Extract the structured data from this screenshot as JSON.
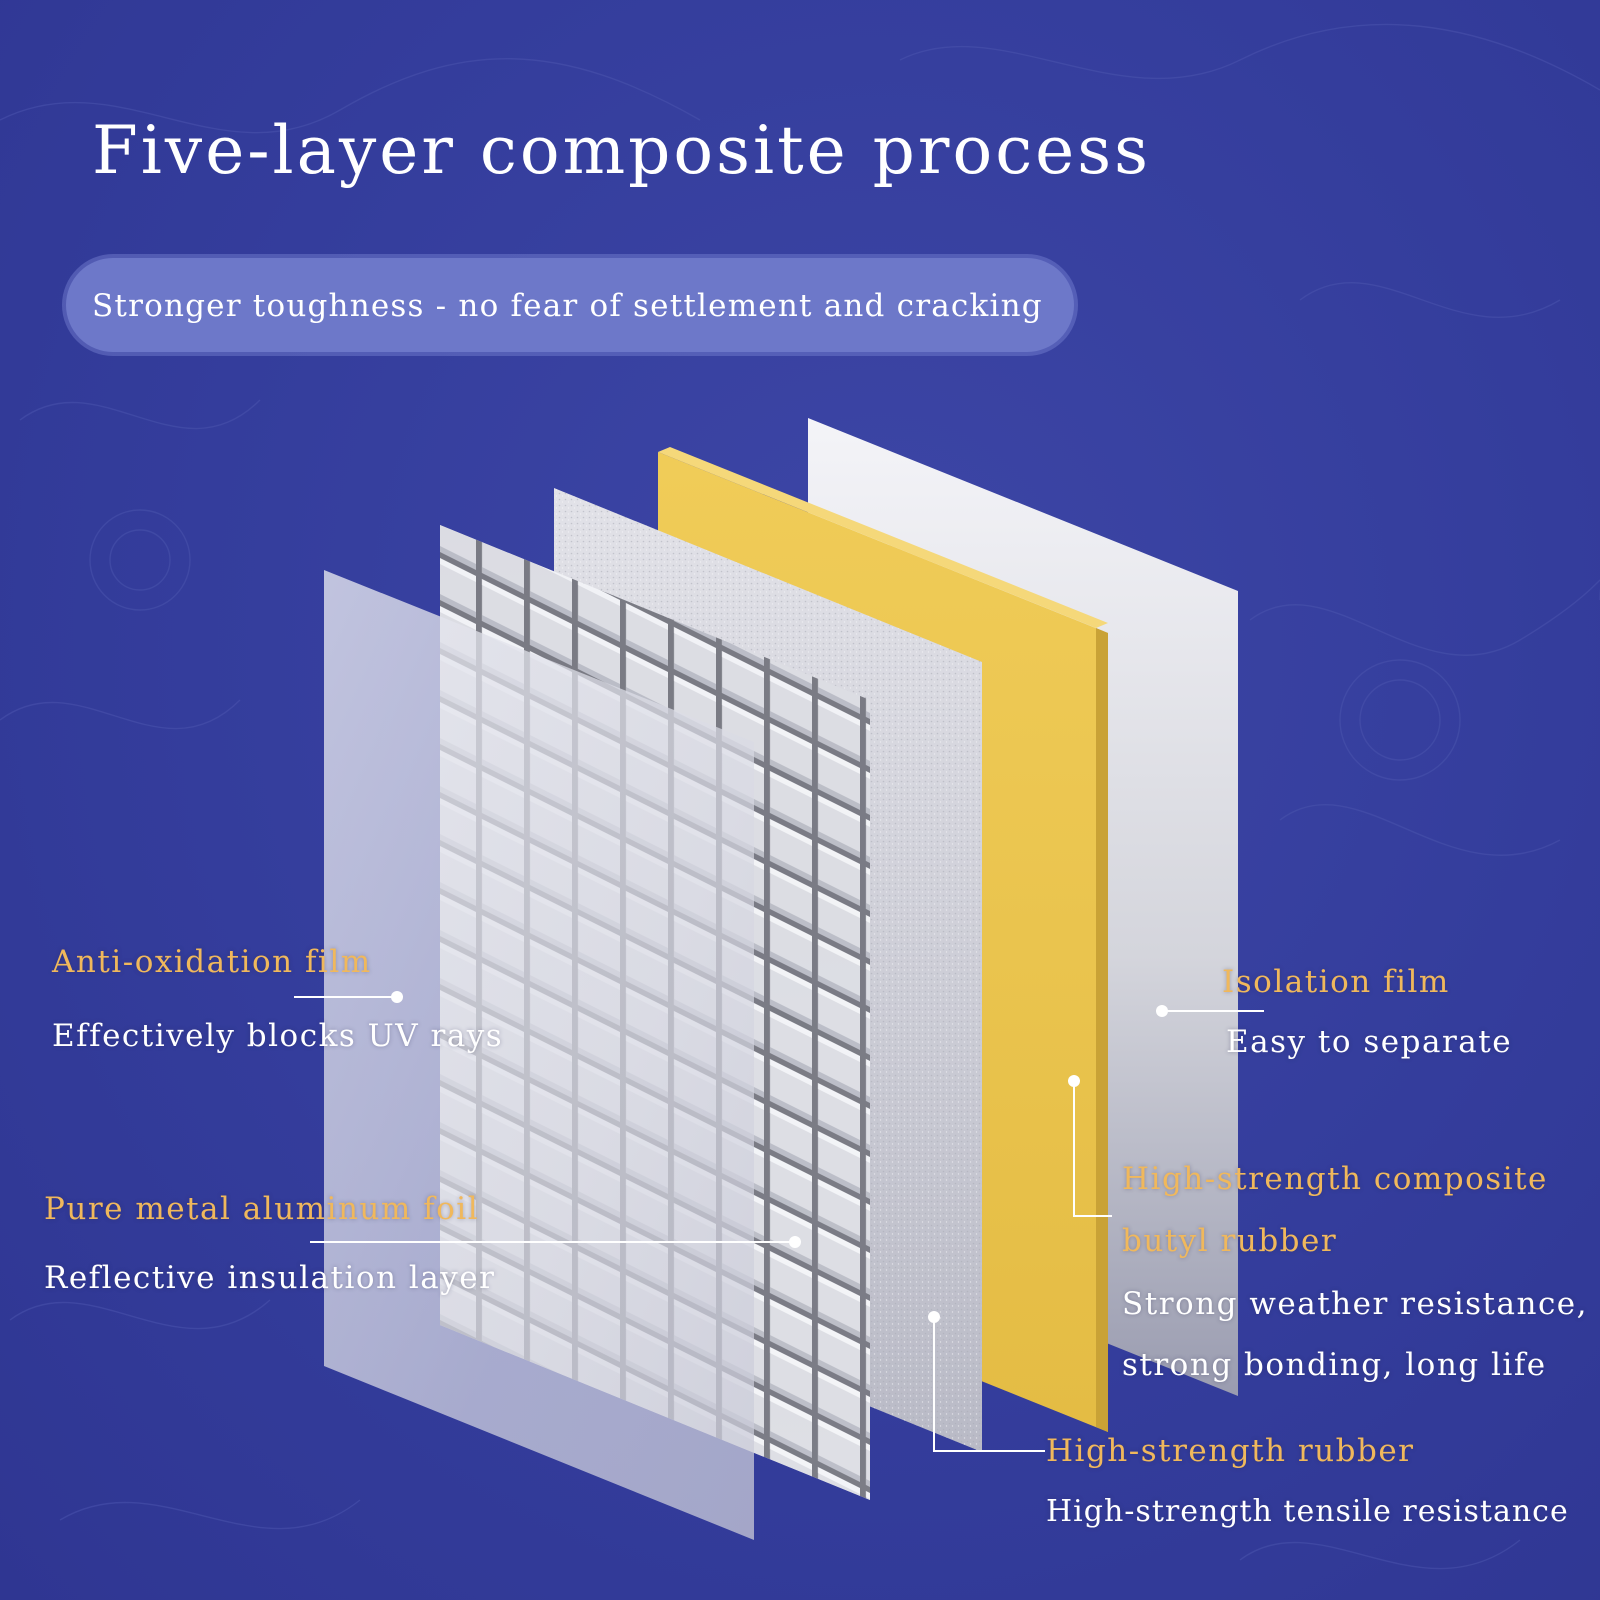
{
  "title": "Five-layer composite process",
  "subtitle": "Stronger toughness - no fear of settlement and cracking",
  "colors": {
    "background": "#343d9c",
    "pill": "#6d78c9",
    "label_heading": "#f0b85c",
    "label_text": "#ffffff",
    "butyl_yellow": "#e8c24e"
  },
  "labels": {
    "anti_oxidation": {
      "heading": "Anti-oxidation film",
      "desc": "Effectively blocks UV rays"
    },
    "aluminum_foil": {
      "heading": "Pure metal aluminum foil",
      "desc": "Reflective insulation layer"
    },
    "isolation": {
      "heading": "Isolation film",
      "desc": "Easy to separate"
    },
    "butyl": {
      "heading_line1": "High-strength composite",
      "heading_line2": "butyl rubber",
      "desc_line1": "Strong weather resistance,",
      "desc_line2": "strong bonding, long life"
    },
    "rubber": {
      "heading": "High-strength rubber",
      "desc": "High-strength tensile resistance"
    }
  }
}
